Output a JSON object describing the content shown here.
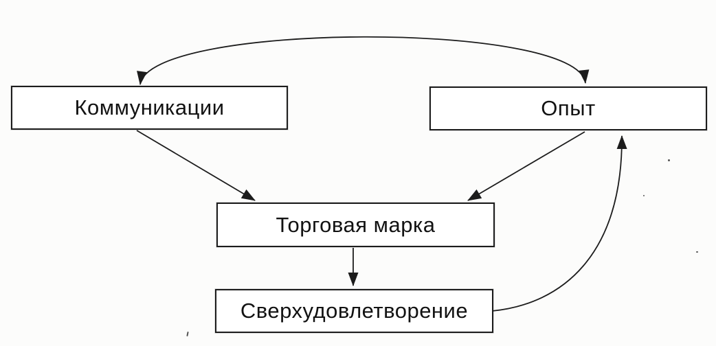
{
  "diagram": {
    "language": "ru",
    "nodes": [
      {
        "id": "communications",
        "label": "Коммуникации"
      },
      {
        "id": "experience",
        "label": "Опыт"
      },
      {
        "id": "brand",
        "label": "Торговая марка"
      },
      {
        "id": "oversatisfaction",
        "label": "Сверхудовлетворение"
      }
    ],
    "edges": [
      {
        "from": "communications",
        "to": "experience",
        "style": "curved-arc-top",
        "bidirectional": true
      },
      {
        "from": "communications",
        "to": "brand",
        "style": "straight",
        "bidirectional": false
      },
      {
        "from": "experience",
        "to": "brand",
        "style": "straight",
        "bidirectional": false
      },
      {
        "from": "brand",
        "to": "oversatisfaction",
        "style": "straight",
        "bidirectional": false
      },
      {
        "from": "oversatisfaction",
        "to": "experience",
        "style": "curved-right",
        "bidirectional": false
      }
    ],
    "colors": {
      "line": "#1c1c1c",
      "box_border": "#1c1c1c",
      "text": "#121212",
      "background": "#fcfcfb"
    }
  }
}
